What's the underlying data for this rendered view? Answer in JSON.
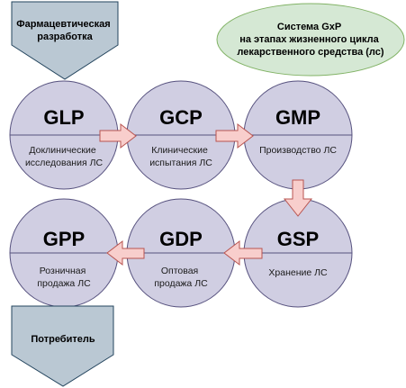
{
  "diagram": {
    "start_block": {
      "lines": [
        "Фармацевтическая",
        "разработка"
      ]
    },
    "end_block": {
      "lines": [
        "Потребитель"
      ]
    },
    "title_oval": {
      "lines": [
        "Система GxP",
        "на этапах жизненного цикла",
        "лекарственного средства (лс)"
      ]
    },
    "stages": [
      {
        "code": "GLP",
        "lines": [
          "Доклинические",
          "исследования ЛС"
        ]
      },
      {
        "code": "GCP",
        "lines": [
          "Клинические",
          "испытания ЛС"
        ]
      },
      {
        "code": "GMP",
        "lines": [
          "Производство ЛС"
        ]
      },
      {
        "code": "GSP",
        "lines": [
          "Хранение ЛС"
        ]
      },
      {
        "code": "GDP",
        "lines": [
          "Оптовая",
          "продажа ЛС"
        ]
      },
      {
        "code": "GPP",
        "lines": [
          "Розничная",
          "продажа ЛС"
        ]
      }
    ],
    "colors": {
      "circle_fill": "#d0cee2",
      "circle_stroke": "#56517e",
      "block_fill": "#bac8d3",
      "block_stroke": "#23445d",
      "oval_fill": "#d5e8d4",
      "oval_stroke": "#82b366",
      "arrow_fill": "#f8cecc",
      "arrow_stroke": "#b85450"
    }
  }
}
